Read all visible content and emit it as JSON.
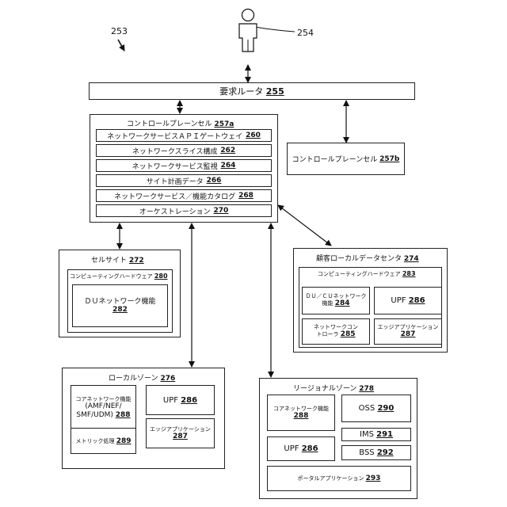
{
  "figure_label": "253",
  "user_label": "254",
  "request_router": {
    "name": "要求ルータ",
    "ref": "255"
  },
  "cp_a": {
    "name": "コントロールプレーンセル",
    "ref": "257a",
    "items": [
      {
        "name": "ネットワークサービスＡＰＩゲートウェイ",
        "ref": "260"
      },
      {
        "name": "ネットワークスライス構成",
        "ref": "262"
      },
      {
        "name": "ネットワークサービス監視",
        "ref": "264"
      },
      {
        "name": "サイト計画データ",
        "ref": "266"
      },
      {
        "name": "ネットワークサービス／機能カタログ",
        "ref": "268"
      },
      {
        "name": "オーケストレーション",
        "ref": "270"
      }
    ]
  },
  "cp_b": {
    "name": "コントロールプレーンセル",
    "ref": "257b"
  },
  "cell_site": {
    "name": "セルサイト",
    "ref": "272",
    "hw": {
      "name": "コンピューティングハードウェア",
      "ref": "280"
    },
    "du": {
      "name": "ＤＵネットワーク機能",
      "ref": "282"
    }
  },
  "customer_dc": {
    "name": "顧客ローカルデータセンタ",
    "ref": "274",
    "hw": {
      "name": "コンピューティングハードウェア",
      "ref": "283"
    },
    "ducu": {
      "line1": "ＤＵ／ＣＵネットワーク",
      "line2": "機能",
      "ref": "284"
    },
    "upf": {
      "name": "UPF",
      "ref": "286"
    },
    "net_ctrl": {
      "line1": "ネットワークコン",
      "line2": "トローラ",
      "ref": "285"
    },
    "edge": {
      "name": "エッジアプリケーション",
      "ref": "287"
    }
  },
  "local_zone": {
    "name": "ローカルゾーン",
    "ref": "276",
    "core": {
      "line1": "コアネットワーク機能",
      "line2": "(AMF/NEF/",
      "line3": "SMF/UDM)",
      "ref": "288"
    },
    "upf": {
      "name": "UPF",
      "ref": "286"
    },
    "metrics": {
      "name": "メトリック処理",
      "ref": "289"
    },
    "edge": {
      "name": "エッジアプリケーション",
      "ref": "287"
    }
  },
  "regional_zone": {
    "name": "リージョナルゾーン",
    "ref": "278",
    "core": {
      "name": "コアネットワーク機能",
      "ref": "288"
    },
    "oss": {
      "name": "OSS",
      "ref": "290"
    },
    "ims": {
      "name": "IMS",
      "ref": "291"
    },
    "upf": {
      "name": "UPF",
      "ref": "286"
    },
    "bss": {
      "name": "BSS",
      "ref": "292"
    },
    "portal": {
      "name": "ポータルアプリケーション",
      "ref": "293"
    }
  }
}
